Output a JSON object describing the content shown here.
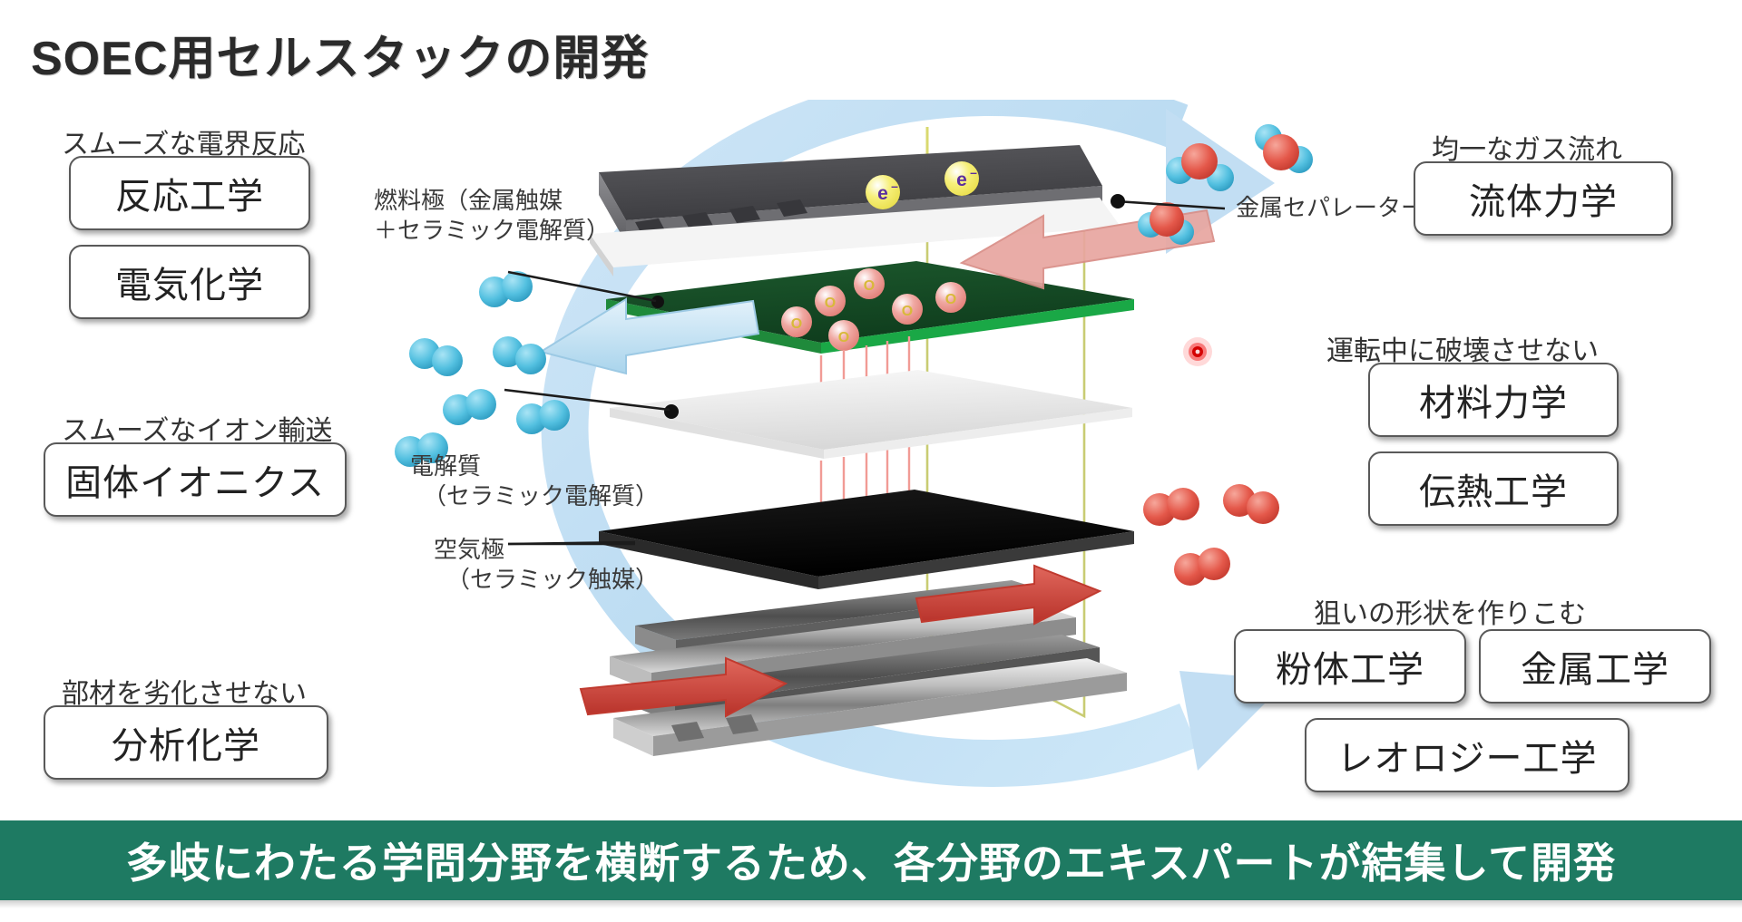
{
  "page": {
    "title": "SOEC用セルスタックの開発",
    "banner_text": "多岐にわたる学問分野を横断するため、各分野のエキスパートが結集して開発",
    "colors": {
      "banner_bg": "#1e7a62",
      "arc_blue": "#bfdcf2",
      "fuel_electrode_green": "#17532a",
      "air_electrode_black": "#111111",
      "electrolyte_white": "#f2f2f2",
      "separator_gray": "#4a4a4a",
      "arrow_red": "#c9493f",
      "arrow_blue": "#bcdcee",
      "electron_yellow": "#f5ef6a",
      "ion_red": "#e8807c"
    }
  },
  "left_groups": [
    {
      "caption": "スムーズな電界反応",
      "items": [
        "反応工学",
        "電気化学"
      ]
    },
    {
      "caption": "スムーズなイオン輸送",
      "items": [
        "固体イオニクス"
      ]
    },
    {
      "caption": "部材を劣化させない",
      "items": [
        "分析化学"
      ]
    }
  ],
  "right_groups": [
    {
      "caption": "均一なガス流れ",
      "items": [
        "流体力学"
      ]
    },
    {
      "caption": "運転中に破壊させない",
      "items": [
        "材料力学",
        "伝熱工学"
      ]
    },
    {
      "caption": "狙いの形状を作りこむ",
      "items": [
        "粉体工学",
        "金属工学",
        "レオロジー工学"
      ]
    }
  ],
  "diagram": {
    "labels": {
      "fuel_electrode": "燃料極（金属触媒",
      "fuel_electrode_line2": "＋セラミック電解質）",
      "electrolyte": "電解質",
      "electrolyte_line2": "（セラミック電解質）",
      "air_electrode": "空気極",
      "air_electrode_line2": "（セラミック触媒）",
      "metal_separator": "金属セパレーター"
    },
    "particles": {
      "electron": "e⁻",
      "oxide_ion": "O²⁻"
    }
  }
}
